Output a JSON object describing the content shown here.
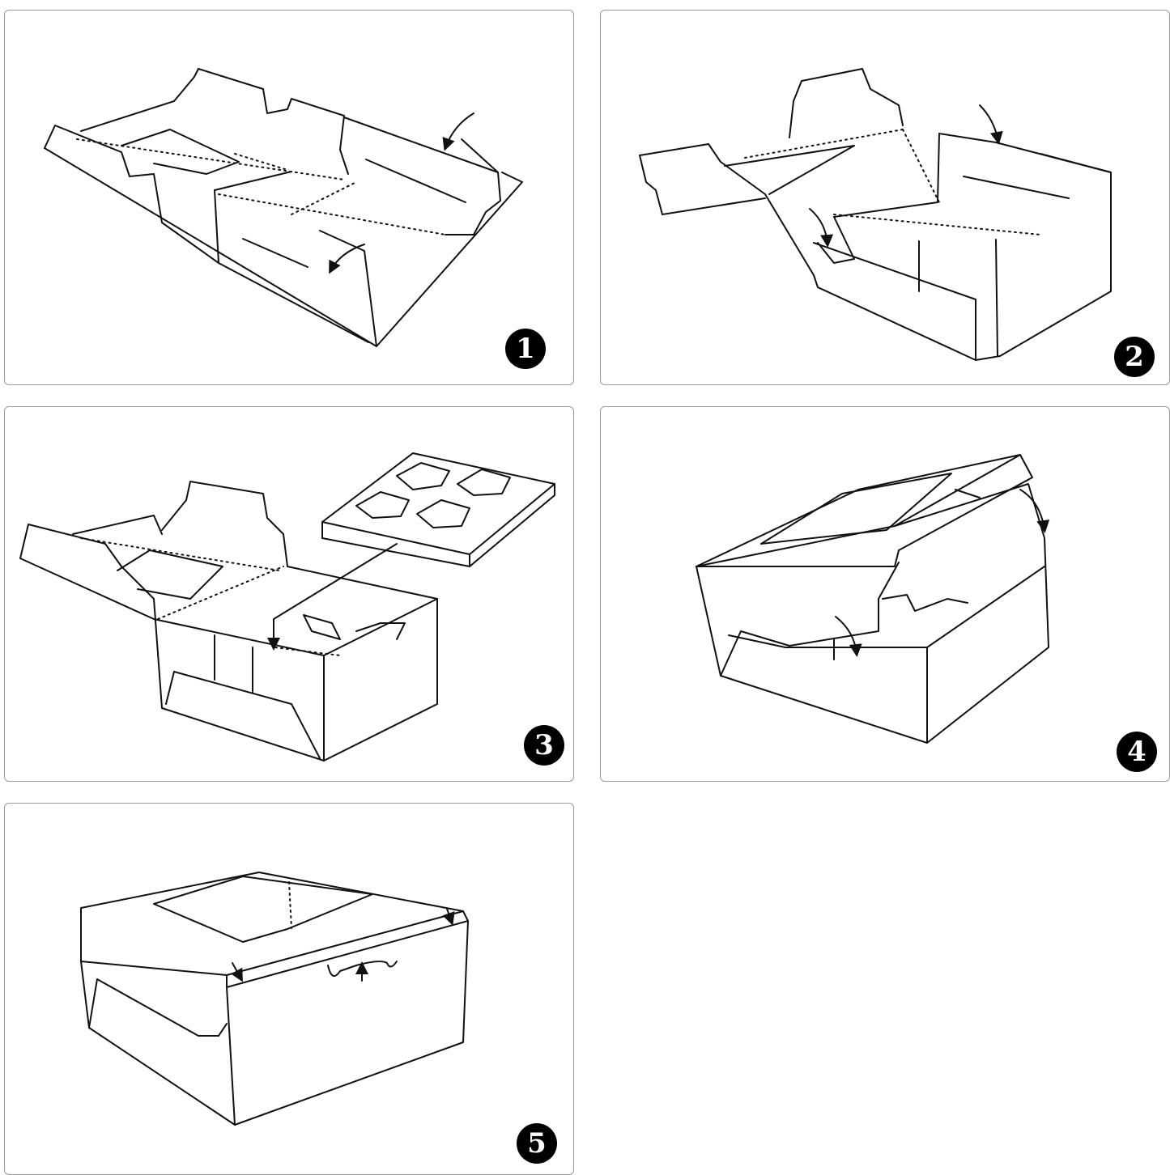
{
  "steps": [
    {
      "number": "1",
      "description_icon": "flat-box-fold-sides"
    },
    {
      "number": "2",
      "description_icon": "fold-end-flaps"
    },
    {
      "number": "3",
      "description_icon": "insert-cupcake-tray"
    },
    {
      "number": "4",
      "description_icon": "close-lid"
    },
    {
      "number": "5",
      "description_icon": "tuck-lid-tabs"
    }
  ],
  "colors": {
    "line": "#111111",
    "border": "#9a9a9a",
    "badge": "#000000"
  }
}
